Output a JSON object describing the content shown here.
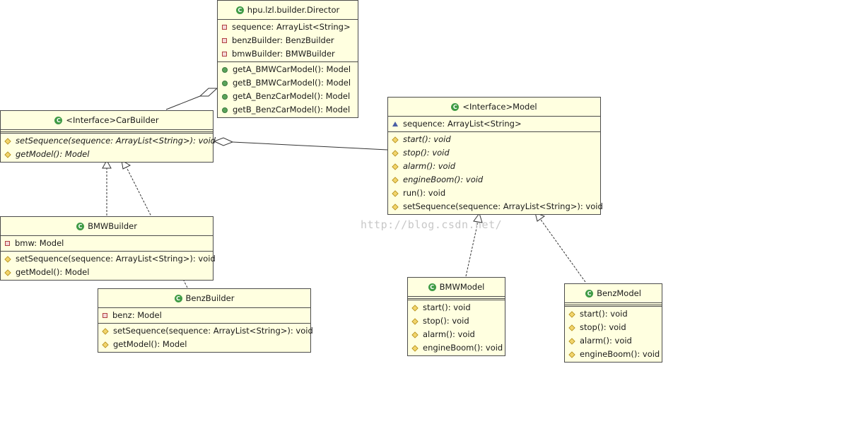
{
  "watermark": "http://blog.csdn.net/",
  "classes": {
    "director": {
      "name": "hpu.lzl.builder.Director",
      "attributes": [
        {
          "visibility": "private",
          "text": "sequence: ArrayList<String>"
        },
        {
          "visibility": "private",
          "text": "benzBuilder: BenzBuilder"
        },
        {
          "visibility": "private",
          "text": "bmwBuilder: BMWBuilder"
        }
      ],
      "operations": [
        {
          "visibility": "public",
          "text": "getA_BMWCarModel(): Model"
        },
        {
          "visibility": "public",
          "text": "getB_BMWCarModel(): Model"
        },
        {
          "visibility": "public",
          "text": "getA_BenzCarModel(): Model"
        },
        {
          "visibility": "public",
          "text": "getB_BenzCarModel(): Model"
        }
      ]
    },
    "car_builder": {
      "name": "<Interface>CarBuilder",
      "attributes": [],
      "operations": [
        {
          "visibility": "protected",
          "text": "setSequence(sequence: ArrayList<String>): void",
          "abstract": true
        },
        {
          "visibility": "protected",
          "text": "getModel(): Model",
          "abstract": true
        }
      ]
    },
    "model": {
      "name": "<Interface>Model",
      "attributes": [
        {
          "visibility": "package",
          "text": "sequence: ArrayList<String>"
        }
      ],
      "operations": [
        {
          "visibility": "protected",
          "text": "start(): void",
          "abstract": true
        },
        {
          "visibility": "protected",
          "text": "stop(): void",
          "abstract": true
        },
        {
          "visibility": "protected",
          "text": "alarm(): void",
          "abstract": true
        },
        {
          "visibility": "protected",
          "text": "engineBoom(): void",
          "abstract": true
        },
        {
          "visibility": "protected",
          "text": "run(): void"
        },
        {
          "visibility": "protected",
          "text": "setSequence(sequence: ArrayList<String>): void"
        }
      ]
    },
    "bmw_builder": {
      "name": "BMWBuilder",
      "attributes": [
        {
          "visibility": "private",
          "text": "bmw: Model"
        }
      ],
      "operations": [
        {
          "visibility": "protected",
          "text": "setSequence(sequence: ArrayList<String>): void"
        },
        {
          "visibility": "protected",
          "text": "getModel(): Model"
        }
      ]
    },
    "benz_builder": {
      "name": "BenzBuilder",
      "attributes": [
        {
          "visibility": "private",
          "text": "benz: Model"
        }
      ],
      "operations": [
        {
          "visibility": "protected",
          "text": "setSequence(sequence: ArrayList<String>): void"
        },
        {
          "visibility": "protected",
          "text": "getModel(): Model"
        }
      ]
    },
    "bmw_model": {
      "name": "BMWModel",
      "attributes": [],
      "operations": [
        {
          "visibility": "protected",
          "text": "start(): void"
        },
        {
          "visibility": "protected",
          "text": "stop(): void"
        },
        {
          "visibility": "protected",
          "text": "alarm(): void"
        },
        {
          "visibility": "protected",
          "text": "engineBoom(): void"
        }
      ]
    },
    "benz_model": {
      "name": "BenzModel",
      "attributes": [],
      "operations": [
        {
          "visibility": "protected",
          "text": "start(): void"
        },
        {
          "visibility": "protected",
          "text": "stop(): void"
        },
        {
          "visibility": "protected",
          "text": "alarm(): void"
        },
        {
          "visibility": "protected",
          "text": "engineBoom(): void"
        }
      ]
    }
  },
  "relationships": [
    {
      "type": "aggregation",
      "from": "director",
      "to": "car_builder"
    },
    {
      "type": "aggregation",
      "from": "car_builder",
      "to": "model"
    },
    {
      "type": "realization",
      "from": "bmw_builder",
      "to": "car_builder"
    },
    {
      "type": "realization",
      "from": "benz_builder",
      "to": "car_builder"
    },
    {
      "type": "realization",
      "from": "bmw_model",
      "to": "model"
    },
    {
      "type": "realization",
      "from": "benz_model",
      "to": "model"
    }
  ],
  "colors": {
    "class_fill": "#ffffe0",
    "class_border": "#4b4b4b",
    "class_icon": "#3f9b45",
    "private_marker": "#b04040",
    "public_marker": "#5aa35a",
    "protected_marker": "#f2d56b",
    "package_marker": "#4a5fa5"
  }
}
